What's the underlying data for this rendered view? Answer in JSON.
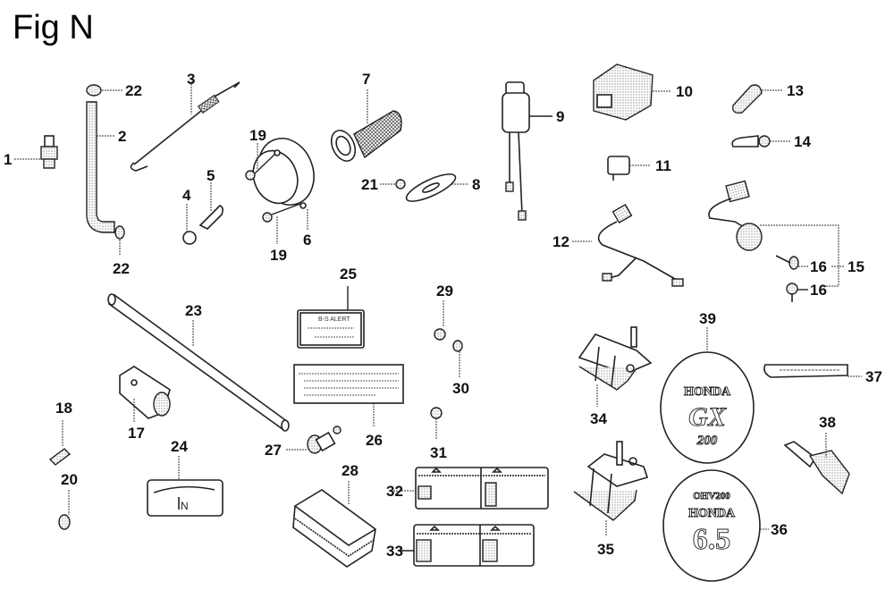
{
  "figure": {
    "title": "Fig N",
    "callouts": [
      {
        "id": "1",
        "label": "1"
      },
      {
        "id": "2",
        "label": "2"
      },
      {
        "id": "3",
        "label": "3"
      },
      {
        "id": "4",
        "label": "4"
      },
      {
        "id": "5",
        "label": "5"
      },
      {
        "id": "6",
        "label": "6"
      },
      {
        "id": "7",
        "label": "7"
      },
      {
        "id": "8",
        "label": "8"
      },
      {
        "id": "9",
        "label": "9"
      },
      {
        "id": "10",
        "label": "10"
      },
      {
        "id": "11",
        "label": "11"
      },
      {
        "id": "12",
        "label": "12"
      },
      {
        "id": "13",
        "label": "13"
      },
      {
        "id": "14",
        "label": "14"
      },
      {
        "id": "15",
        "label": "15"
      },
      {
        "id": "16a",
        "label": "16"
      },
      {
        "id": "16b",
        "label": "16"
      },
      {
        "id": "17",
        "label": "17"
      },
      {
        "id": "18",
        "label": "18"
      },
      {
        "id": "19a",
        "label": "19"
      },
      {
        "id": "19b",
        "label": "19"
      },
      {
        "id": "20",
        "label": "20"
      },
      {
        "id": "21",
        "label": "21"
      },
      {
        "id": "22a",
        "label": "22"
      },
      {
        "id": "22b",
        "label": "22"
      },
      {
        "id": "23",
        "label": "23"
      },
      {
        "id": "24",
        "label": "24"
      },
      {
        "id": "25",
        "label": "25"
      },
      {
        "id": "26",
        "label": "26"
      },
      {
        "id": "27",
        "label": "27"
      },
      {
        "id": "28",
        "label": "28"
      },
      {
        "id": "29",
        "label": "29"
      },
      {
        "id": "30",
        "label": "30"
      },
      {
        "id": "31",
        "label": "31"
      },
      {
        "id": "32",
        "label": "32"
      },
      {
        "id": "33",
        "label": "33"
      },
      {
        "id": "34",
        "label": "34"
      },
      {
        "id": "35",
        "label": "35"
      },
      {
        "id": "36",
        "label": "36"
      },
      {
        "id": "37",
        "label": "37"
      },
      {
        "id": "38",
        "label": "38"
      },
      {
        "id": "39",
        "label": "39"
      }
    ],
    "decals": {
      "emblem_39": {
        "brand": "HONDA",
        "model": "GX",
        "number": "200"
      },
      "emblem_36": {
        "top": "OHV200",
        "brand": "HONDA",
        "number": "6.5"
      },
      "label_24": {
        "letter": "N"
      },
      "label_25": {
        "heading": "B-S  ALERT"
      }
    }
  }
}
